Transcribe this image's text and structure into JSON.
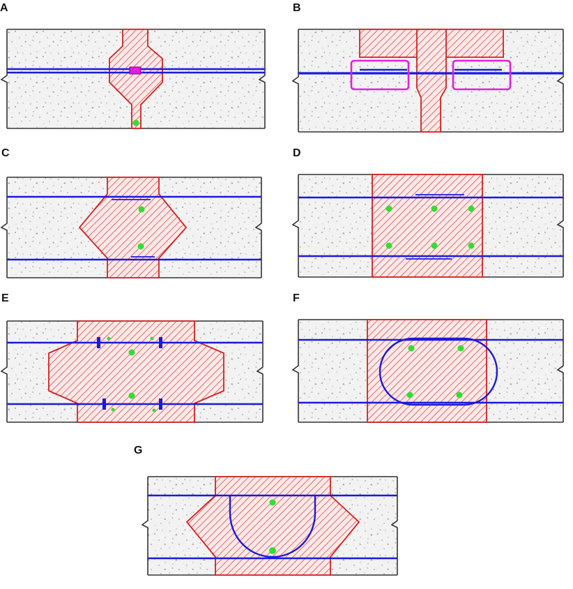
{
  "panels": [
    {
      "id": "A",
      "label": "A"
    },
    {
      "id": "B",
      "label": "B"
    },
    {
      "id": "C",
      "label": "C"
    },
    {
      "id": "D",
      "label": "D"
    },
    {
      "id": "E",
      "label": "E"
    },
    {
      "id": "F",
      "label": "F"
    },
    {
      "id": "G",
      "label": "G"
    }
  ],
  "colors": {
    "concrete": "#f2f2f2",
    "speckle": "#8a8a8a",
    "edge": "#333333",
    "rebar": "#1a1adb",
    "joint_outline": "#d42020",
    "hatch": "#e26a6a",
    "hatch_bg": "#fbe9e9",
    "bar_section": "#33dd33",
    "coupler": "#e020e0",
    "sleeve": "#e020e0"
  }
}
